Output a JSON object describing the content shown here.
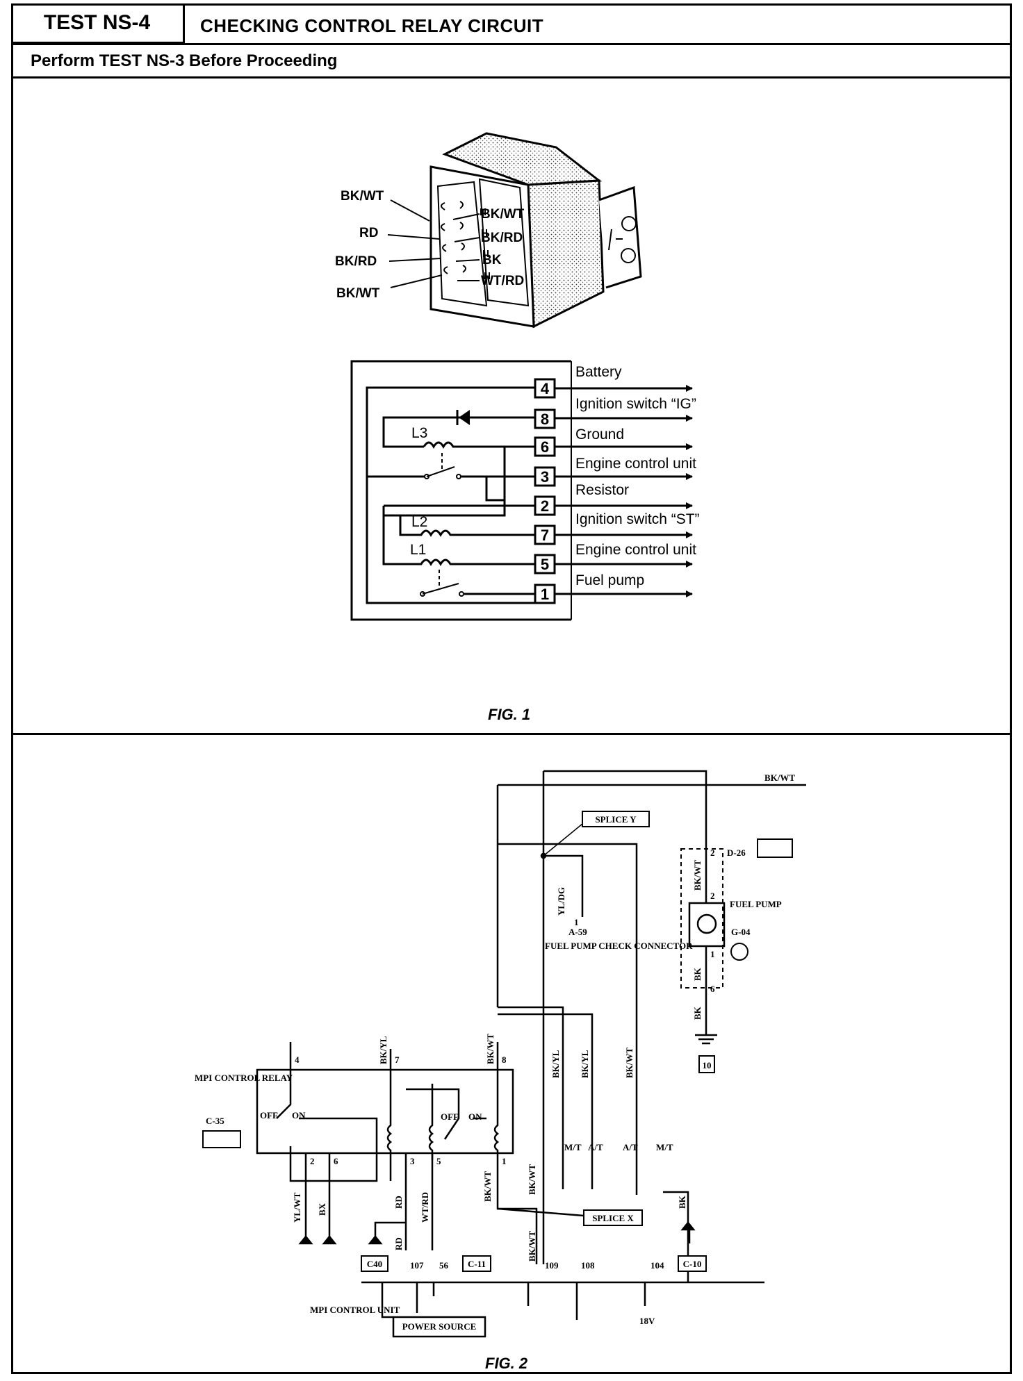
{
  "header": {
    "test_id": "TEST NS-4",
    "title": "CHECKING CONTROL RELAY CIRCUIT",
    "subtitle": "Perform TEST NS-3 Before Proceeding"
  },
  "fig1": {
    "caption": "FIG. 1",
    "connector_labels_left": [
      "BK/WT",
      "RD",
      "BK/RD",
      "BK/WT"
    ],
    "connector_labels_right": [
      "BK/WT",
      "BK/RD",
      "BK",
      "WT/RD"
    ],
    "coil_labels": [
      "L3",
      "L2",
      "L1"
    ],
    "terminals": [
      {
        "pin": "4",
        "label": "Battery"
      },
      {
        "pin": "8",
        "label": "Ignition switch “IG”"
      },
      {
        "pin": "6",
        "label": "Ground"
      },
      {
        "pin": "3",
        "label": "Engine control unit"
      },
      {
        "pin": "2",
        "label": "Resistor"
      },
      {
        "pin": "7",
        "label": "Ignition switch “ST”"
      },
      {
        "pin": "5",
        "label": "Engine control unit"
      },
      {
        "pin": "1",
        "label": "Fuel pump"
      }
    ]
  },
  "fig2": {
    "caption": "FIG. 2",
    "top_wire": "BK/WT",
    "splice_y": "SPLICE Y",
    "splice_x": "SPLICE X",
    "d26": "D-26",
    "fuel_pump": "FUEL PUMP",
    "g04": "G-04",
    "a59": "A-59",
    "fuel_pump_check": "FUEL PUMP CHECK CONNECTOR",
    "mpi_relay": "MPI CONTROL RELAY",
    "c35": "C-35",
    "mpi_unit": "MPI CONTROL UNIT",
    "power_source": "POWER SOURCE",
    "ground_ref": "10",
    "c40": "C40",
    "c11": "C-11",
    "c10": "C-10",
    "volt": "18V",
    "off": "OFF",
    "on": "ON",
    "wires": {
      "yl_dg": "YL/DG",
      "bk_wt": "BK/WT",
      "bk": "BK",
      "bk_yl": "BK/YL",
      "yl_wt": "YL/WT",
      "bx": "BX",
      "rd": "RD",
      "wt_rd": "WT/RD"
    },
    "relay_pins": [
      "4",
      "7",
      "8",
      "2",
      "6",
      "3",
      "5",
      "1"
    ],
    "ecu_pins": [
      "107",
      "56",
      "109",
      "108",
      "104"
    ],
    "fp_pins": [
      "2",
      "2",
      "1",
      "6",
      "1"
    ],
    "mt": "M/T",
    "at": "A/T"
  }
}
